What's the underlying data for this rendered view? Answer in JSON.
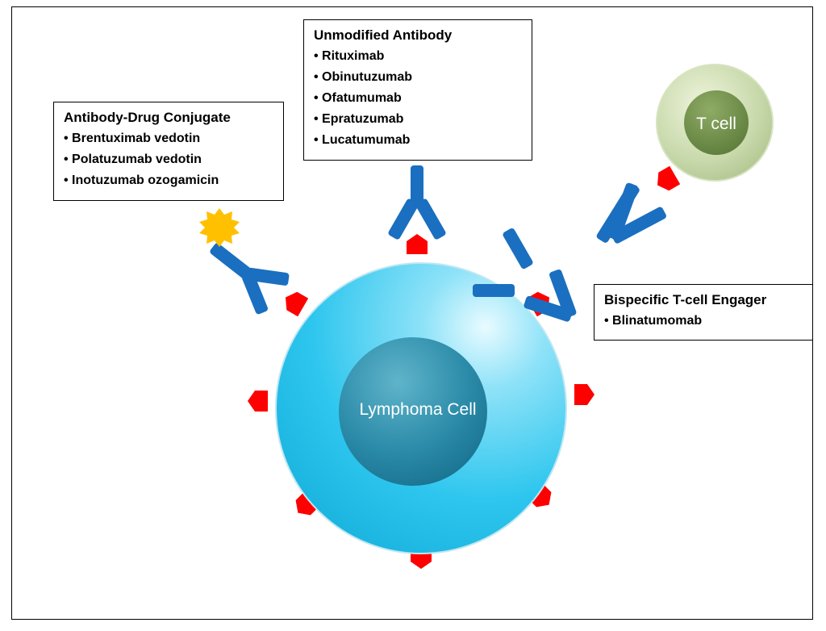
{
  "cells": {
    "lymphoma_label": "Lymphoma Cell",
    "tcell_label": "T cell"
  },
  "boxes": {
    "adc": {
      "title": "Antibody-Drug Conjugate",
      "items": [
        "Brentuximab vedotin",
        "Polatuzumab vedotin",
        "Inotuzumab ozogamicin"
      ]
    },
    "unmodified": {
      "title": "Unmodified Antibody",
      "items": [
        "Rituximab",
        "Obinutuzumab",
        "Ofatumumab",
        "Epratuzumab",
        "Lucatumumab"
      ]
    },
    "bite": {
      "title": "Bispecific T-cell Engager",
      "items": [
        "Blinatumomab"
      ]
    }
  },
  "colors": {
    "antibody": "#1a6fc0",
    "receptor": "#ff0000",
    "drug": "#ffc000",
    "lymphoma_outer": "#2fc6ee",
    "lymphoma_nucleus": "#1b7fa0",
    "tcell_outer": "#b9cf9a",
    "tcell_nucleus": "#6f8e4a"
  }
}
